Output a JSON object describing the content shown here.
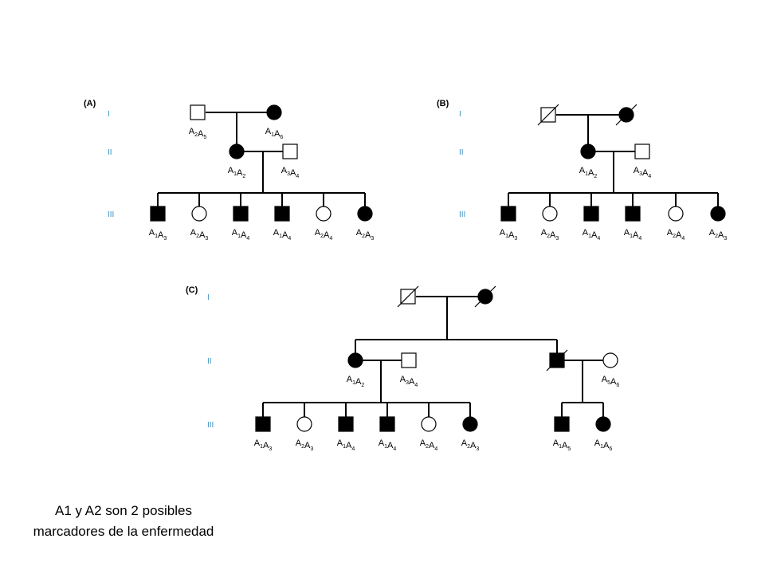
{
  "caption": "A1 y A2 son 2 posibles marcadores de la enfermedad",
  "colors": {
    "affected": "#000000",
    "unaffected": "#ffffff",
    "generation_label": "#3a8fc0"
  },
  "panels": [
    {
      "label": "(A)",
      "generations": [
        "I",
        "II",
        "III"
      ],
      "individuals": [
        {
          "id": "A-I-1",
          "sex": "male",
          "affected": false,
          "deceased": false,
          "genotype": [
            [
              "A",
              "2"
            ],
            [
              "A",
              "5"
            ]
          ]
        },
        {
          "id": "A-I-2",
          "sex": "female",
          "affected": true,
          "deceased": false,
          "genotype": [
            [
              "A",
              "1"
            ],
            [
              "A",
              "6"
            ]
          ]
        },
        {
          "id": "A-II-1",
          "sex": "female",
          "affected": true,
          "deceased": false,
          "genotype": [
            [
              "A",
              "1"
            ],
            [
              "A",
              "2"
            ]
          ]
        },
        {
          "id": "A-II-2",
          "sex": "male",
          "affected": false,
          "deceased": false,
          "genotype": [
            [
              "A",
              "3"
            ],
            [
              "A",
              "4"
            ]
          ]
        },
        {
          "id": "A-III-1",
          "sex": "male",
          "affected": true,
          "deceased": false,
          "genotype": [
            [
              "A",
              "1"
            ],
            [
              "A",
              "3"
            ]
          ]
        },
        {
          "id": "A-III-2",
          "sex": "female",
          "affected": false,
          "deceased": false,
          "genotype": [
            [
              "A",
              "2"
            ],
            [
              "A",
              "3"
            ]
          ]
        },
        {
          "id": "A-III-3",
          "sex": "male",
          "affected": true,
          "deceased": false,
          "genotype": [
            [
              "A",
              "1"
            ],
            [
              "A",
              "4"
            ]
          ]
        },
        {
          "id": "A-III-4",
          "sex": "male",
          "affected": true,
          "deceased": false,
          "genotype": [
            [
              "A",
              "1"
            ],
            [
              "A",
              "4"
            ]
          ]
        },
        {
          "id": "A-III-5",
          "sex": "female",
          "affected": false,
          "deceased": false,
          "genotype": [
            [
              "A",
              "2"
            ],
            [
              "A",
              "4"
            ]
          ]
        },
        {
          "id": "A-III-6",
          "sex": "female",
          "affected": true,
          "deceased": false,
          "genotype": [
            [
              "A",
              "2"
            ],
            [
              "A",
              "3"
            ]
          ]
        }
      ]
    },
    {
      "label": "(B)",
      "generations": [
        "I",
        "II",
        "III"
      ],
      "individuals": [
        {
          "id": "B-I-1",
          "sex": "male",
          "affected": false,
          "deceased": true,
          "genotype": null
        },
        {
          "id": "B-I-2",
          "sex": "female",
          "affected": true,
          "deceased": true,
          "genotype": null
        },
        {
          "id": "B-II-1",
          "sex": "female",
          "affected": true,
          "deceased": false,
          "genotype": [
            [
              "A",
              "1"
            ],
            [
              "A",
              "2"
            ]
          ]
        },
        {
          "id": "B-II-2",
          "sex": "male",
          "affected": false,
          "deceased": false,
          "genotype": [
            [
              "A",
              "3"
            ],
            [
              "A",
              "4"
            ]
          ]
        },
        {
          "id": "B-III-1",
          "sex": "male",
          "affected": true,
          "deceased": false,
          "genotype": [
            [
              "A",
              "1"
            ],
            [
              "A",
              "3"
            ]
          ]
        },
        {
          "id": "B-III-2",
          "sex": "female",
          "affected": false,
          "deceased": false,
          "genotype": [
            [
              "A",
              "2"
            ],
            [
              "A",
              "3"
            ]
          ]
        },
        {
          "id": "B-III-3",
          "sex": "male",
          "affected": true,
          "deceased": false,
          "genotype": [
            [
              "A",
              "1"
            ],
            [
              "A",
              "4"
            ]
          ]
        },
        {
          "id": "B-III-4",
          "sex": "male",
          "affected": true,
          "deceased": false,
          "genotype": [
            [
              "A",
              "1"
            ],
            [
              "A",
              "4"
            ]
          ]
        },
        {
          "id": "B-III-5",
          "sex": "female",
          "affected": false,
          "deceased": false,
          "genotype": [
            [
              "A",
              "2"
            ],
            [
              "A",
              "4"
            ]
          ]
        },
        {
          "id": "B-III-6",
          "sex": "female",
          "affected": true,
          "deceased": false,
          "genotype": [
            [
              "A",
              "2"
            ],
            [
              "A",
              "3"
            ]
          ]
        }
      ]
    },
    {
      "label": "(C)",
      "generations": [
        "I",
        "II",
        "III"
      ],
      "individuals": [
        {
          "id": "C-I-1",
          "sex": "male",
          "affected": false,
          "deceased": true,
          "genotype": null
        },
        {
          "id": "C-I-2",
          "sex": "female",
          "affected": true,
          "deceased": true,
          "genotype": null
        },
        {
          "id": "C-II-1",
          "sex": "female",
          "affected": true,
          "deceased": false,
          "genotype": [
            [
              "A",
              "1"
            ],
            [
              "A",
              "2"
            ]
          ]
        },
        {
          "id": "C-II-2",
          "sex": "male",
          "affected": false,
          "deceased": false,
          "genotype": [
            [
              "A",
              "3"
            ],
            [
              "A",
              "4"
            ]
          ]
        },
        {
          "id": "C-II-3",
          "sex": "male",
          "affected": true,
          "deceased": true,
          "genotype": null
        },
        {
          "id": "C-II-4",
          "sex": "female",
          "affected": false,
          "deceased": false,
          "genotype": [
            [
              "A",
              "5"
            ],
            [
              "A",
              "6"
            ]
          ]
        },
        {
          "id": "C-III-1",
          "sex": "male",
          "affected": true,
          "deceased": false,
          "genotype": [
            [
              "A",
              "1"
            ],
            [
              "A",
              "3"
            ]
          ]
        },
        {
          "id": "C-III-2",
          "sex": "female",
          "affected": false,
          "deceased": false,
          "genotype": [
            [
              "A",
              "2"
            ],
            [
              "A",
              "3"
            ]
          ]
        },
        {
          "id": "C-III-3",
          "sex": "male",
          "affected": true,
          "deceased": false,
          "genotype": [
            [
              "A",
              "1"
            ],
            [
              "A",
              "4"
            ]
          ]
        },
        {
          "id": "C-III-4",
          "sex": "male",
          "affected": true,
          "deceased": false,
          "genotype": [
            [
              "A",
              "1"
            ],
            [
              "A",
              "4"
            ]
          ]
        },
        {
          "id": "C-III-5",
          "sex": "female",
          "affected": false,
          "deceased": false,
          "genotype": [
            [
              "A",
              "2"
            ],
            [
              "A",
              "4"
            ]
          ]
        },
        {
          "id": "C-III-6",
          "sex": "female",
          "affected": true,
          "deceased": false,
          "genotype": [
            [
              "A",
              "2"
            ],
            [
              "A",
              "3"
            ]
          ]
        },
        {
          "id": "C-III-7",
          "sex": "male",
          "affected": true,
          "deceased": false,
          "genotype": [
            [
              "A",
              "1"
            ],
            [
              "A",
              "5"
            ]
          ]
        },
        {
          "id": "C-III-8",
          "sex": "female",
          "affected": true,
          "deceased": false,
          "genotype": [
            [
              "A",
              "1"
            ],
            [
              "A",
              "6"
            ]
          ]
        }
      ]
    }
  ]
}
